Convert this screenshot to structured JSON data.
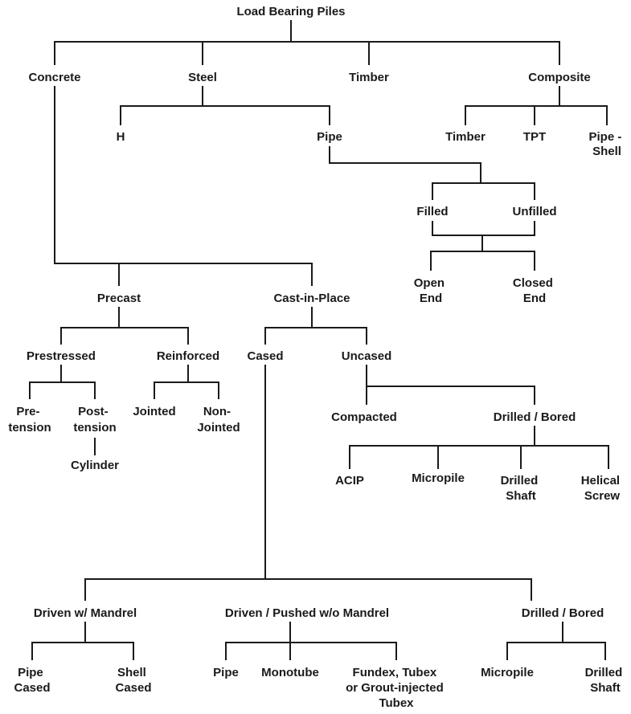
{
  "diagram": {
    "root": "Load Bearing Piles",
    "concrete": "Concrete",
    "steel": "Steel",
    "timber": "Timber",
    "composite": "Composite",
    "h": "H",
    "pipe": "Pipe",
    "comp_timber": "Timber",
    "tpt": "TPT",
    "pipe_shell": [
      "Pipe -",
      "Shell"
    ],
    "filled": "Filled",
    "unfilled": "Unfilled",
    "open_end": [
      "Open",
      "End"
    ],
    "closed_end": [
      "Closed",
      "End"
    ],
    "precast": "Precast",
    "cast_in_place": "Cast-in-Place",
    "prestressed": "Prestressed",
    "reinforced": "Reinforced",
    "cased": "Cased",
    "uncased": "Uncased",
    "pre_tension": [
      "Pre-",
      "tension"
    ],
    "post_tension": [
      "Post-",
      "tension"
    ],
    "cylinder": "Cylinder",
    "jointed": "Jointed",
    "non_jointed": [
      "Non-",
      "Jointed"
    ],
    "compacted": "Compacted",
    "drilled_bored": "Drilled / Bored",
    "acip": "ACIP",
    "micropile": "Micropile",
    "drilled_shaft": [
      "Drilled",
      "Shaft"
    ],
    "helical_screw": [
      "Helical",
      "Screw"
    ],
    "driven_mandrel": "Driven w/ Mandrel",
    "driven_no_mandrel": "Driven / Pushed w/o Mandrel",
    "cased_drilled_bored": "Drilled / Bored",
    "pipe_cased": [
      "Pipe",
      "Cased"
    ],
    "shell_cased": [
      "Shell",
      "Cased"
    ],
    "cased_pipe": "Pipe",
    "monotube": "Monotube",
    "fundex": [
      "Fundex, Tubex",
      "or Grout-injected",
      "Tubex"
    ],
    "cased_micropile": "Micropile",
    "cased_drilled_shaft": [
      "Drilled",
      "Shaft"
    ]
  }
}
